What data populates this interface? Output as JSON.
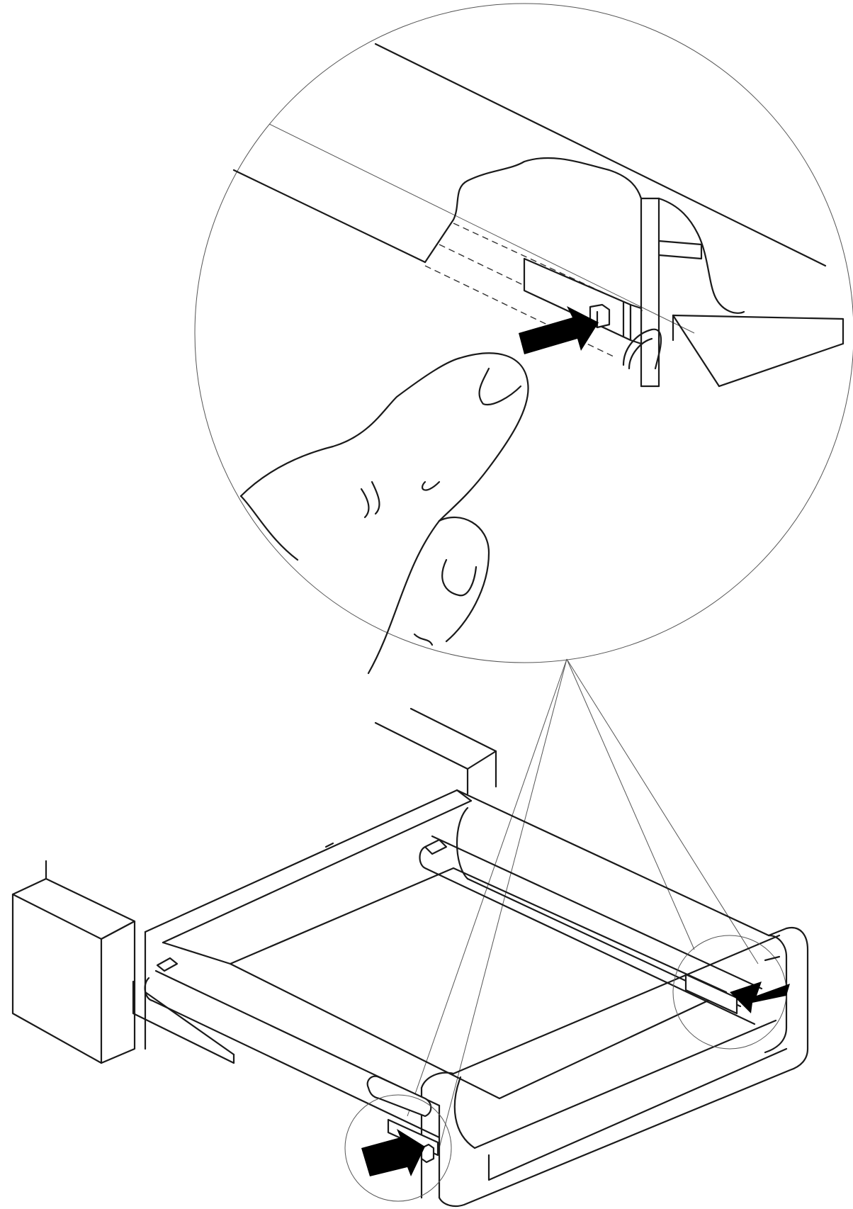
{
  "figure": {
    "type": "assembly-illustration",
    "subject": "drawer",
    "views": [
      {
        "id": "detail",
        "shape": "circle"
      },
      {
        "id": "drawer",
        "shape": "isometric"
      }
    ],
    "callouts": [
      {
        "id": "front-left",
        "shape": "circle"
      },
      {
        "id": "rear-right",
        "shape": "circle"
      }
    ],
    "arrows": [
      {
        "id": "detail-push",
        "direction": "right"
      },
      {
        "id": "front-left-push",
        "direction": "right"
      },
      {
        "id": "rear-right-push",
        "direction": "left"
      }
    ],
    "colors": {
      "line": "#1a1a1a",
      "arrow": "#000000",
      "background": "#ffffff"
    }
  }
}
